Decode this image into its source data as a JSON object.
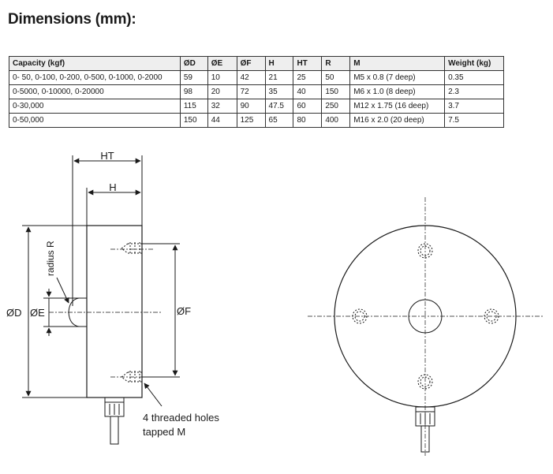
{
  "page_title": "Dimensions (mm):",
  "table": {
    "headers": [
      "Capacity (kgf)",
      "ØD",
      "ØE",
      "ØF",
      "H",
      "HT",
      "R",
      "M",
      "Weight (kg)"
    ],
    "rows": [
      [
        "0- 50, 0-100, 0-200, 0-500, 0-1000, 0-2000",
        "59",
        "10",
        "42",
        "21",
        "25",
        "50",
        "M5 x 0.8 (7 deep)",
        "0.35"
      ],
      [
        "0-5000, 0-10000, 0-20000",
        "98",
        "20",
        "72",
        "35",
        "40",
        "150",
        "M6 x 1.0 (8 deep)",
        "2.3"
      ],
      [
        "0-30,000",
        "115",
        "32",
        "90",
        "47.5",
        "60",
        "250",
        "M12 x 1.75 (16 deep)",
        "3.7"
      ],
      [
        "0-50,000",
        "150",
        "44",
        "125",
        "65",
        "80",
        "400",
        "M16 x 2.0 (20 deep)",
        "7.5"
      ]
    ]
  },
  "drawing": {
    "label_ht": "HT",
    "label_h": "H",
    "label_radius": "radius R",
    "label_d": "ØD",
    "label_e": "ØE",
    "label_f": "ØF",
    "label_holes_line1": "4 threaded holes",
    "label_holes_line2": "tapped M"
  }
}
